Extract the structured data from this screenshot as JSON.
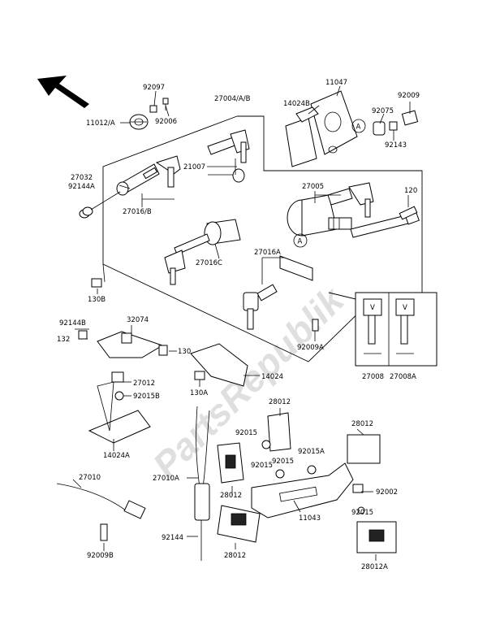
{
  "watermark": "PartsRepublik",
  "callout": "A",
  "key_tag_mark": "V",
  "icons": [
    "direction-arrow-icon"
  ],
  "labels": {
    "p92097": "92097",
    "p11012A": "11012/A",
    "p92006": "92006",
    "p27004": "27004/A/B",
    "p14024B": "14024B",
    "p11047": "11047",
    "p92075": "92075",
    "p92009": "92009",
    "p92143": "92143",
    "p27032": "27032",
    "p92144A": "92144A",
    "p21007": "21007",
    "p27016B": "27016/B",
    "p27005": "27005",
    "p120": "120",
    "p27016C": "27016C",
    "p27016A": "27016A",
    "p130B": "130B",
    "p92144B": "92144B",
    "p32074": "32074",
    "p132": "132",
    "p130": "130",
    "p27012": "27012",
    "p92015B": "92015B",
    "p14024": "14024",
    "p130A": "130A",
    "p92009A": "92009A",
    "p27008": "27008",
    "p27008A": "27008A",
    "p14024A": "14024A",
    "p28012a": "28012",
    "p28012b": "28012",
    "p28012c": "28012",
    "p28012d": "28012",
    "p28012A": "28012A",
    "p92015a": "92015",
    "p92015b": "92015",
    "p92015c": "92015",
    "p92015d": "92015",
    "p92015A": "92015A",
    "p92002": "92002",
    "p11043": "11043",
    "p27010": "27010",
    "p27010A": "27010A",
    "p92144": "92144",
    "p92009B": "92009B"
  }
}
